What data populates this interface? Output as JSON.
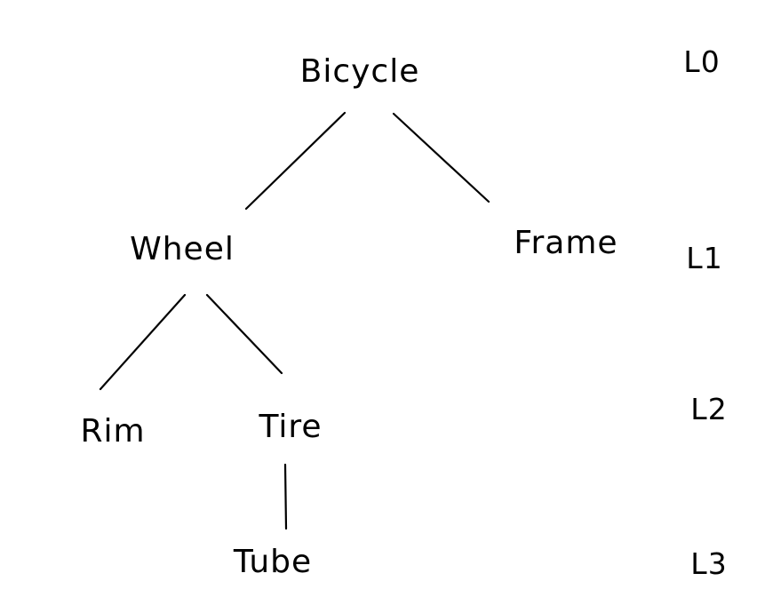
{
  "diagram": {
    "type": "tree",
    "ink_color": "#000000",
    "background_color": "#ffffff",
    "nodes": {
      "bicycle": {
        "label": "Bicycle",
        "level": 0
      },
      "wheel": {
        "label": "Wheel",
        "level": 1
      },
      "frame": {
        "label": "Frame",
        "level": 1
      },
      "rim": {
        "label": "Rim",
        "level": 2
      },
      "tire": {
        "label": "Tire",
        "level": 2
      },
      "tube": {
        "label": "Tube",
        "level": 3
      }
    },
    "edges": [
      {
        "from": "Bicycle",
        "to": "Wheel"
      },
      {
        "from": "Bicycle",
        "to": "Frame"
      },
      {
        "from": "Wheel",
        "to": "Rim"
      },
      {
        "from": "Wheel",
        "to": "Tire"
      },
      {
        "from": "Tire",
        "to": "Tube"
      }
    ],
    "level_labels": {
      "l0": "L0",
      "l1": "L1",
      "l2": "L2",
      "l3": "L3"
    }
  }
}
